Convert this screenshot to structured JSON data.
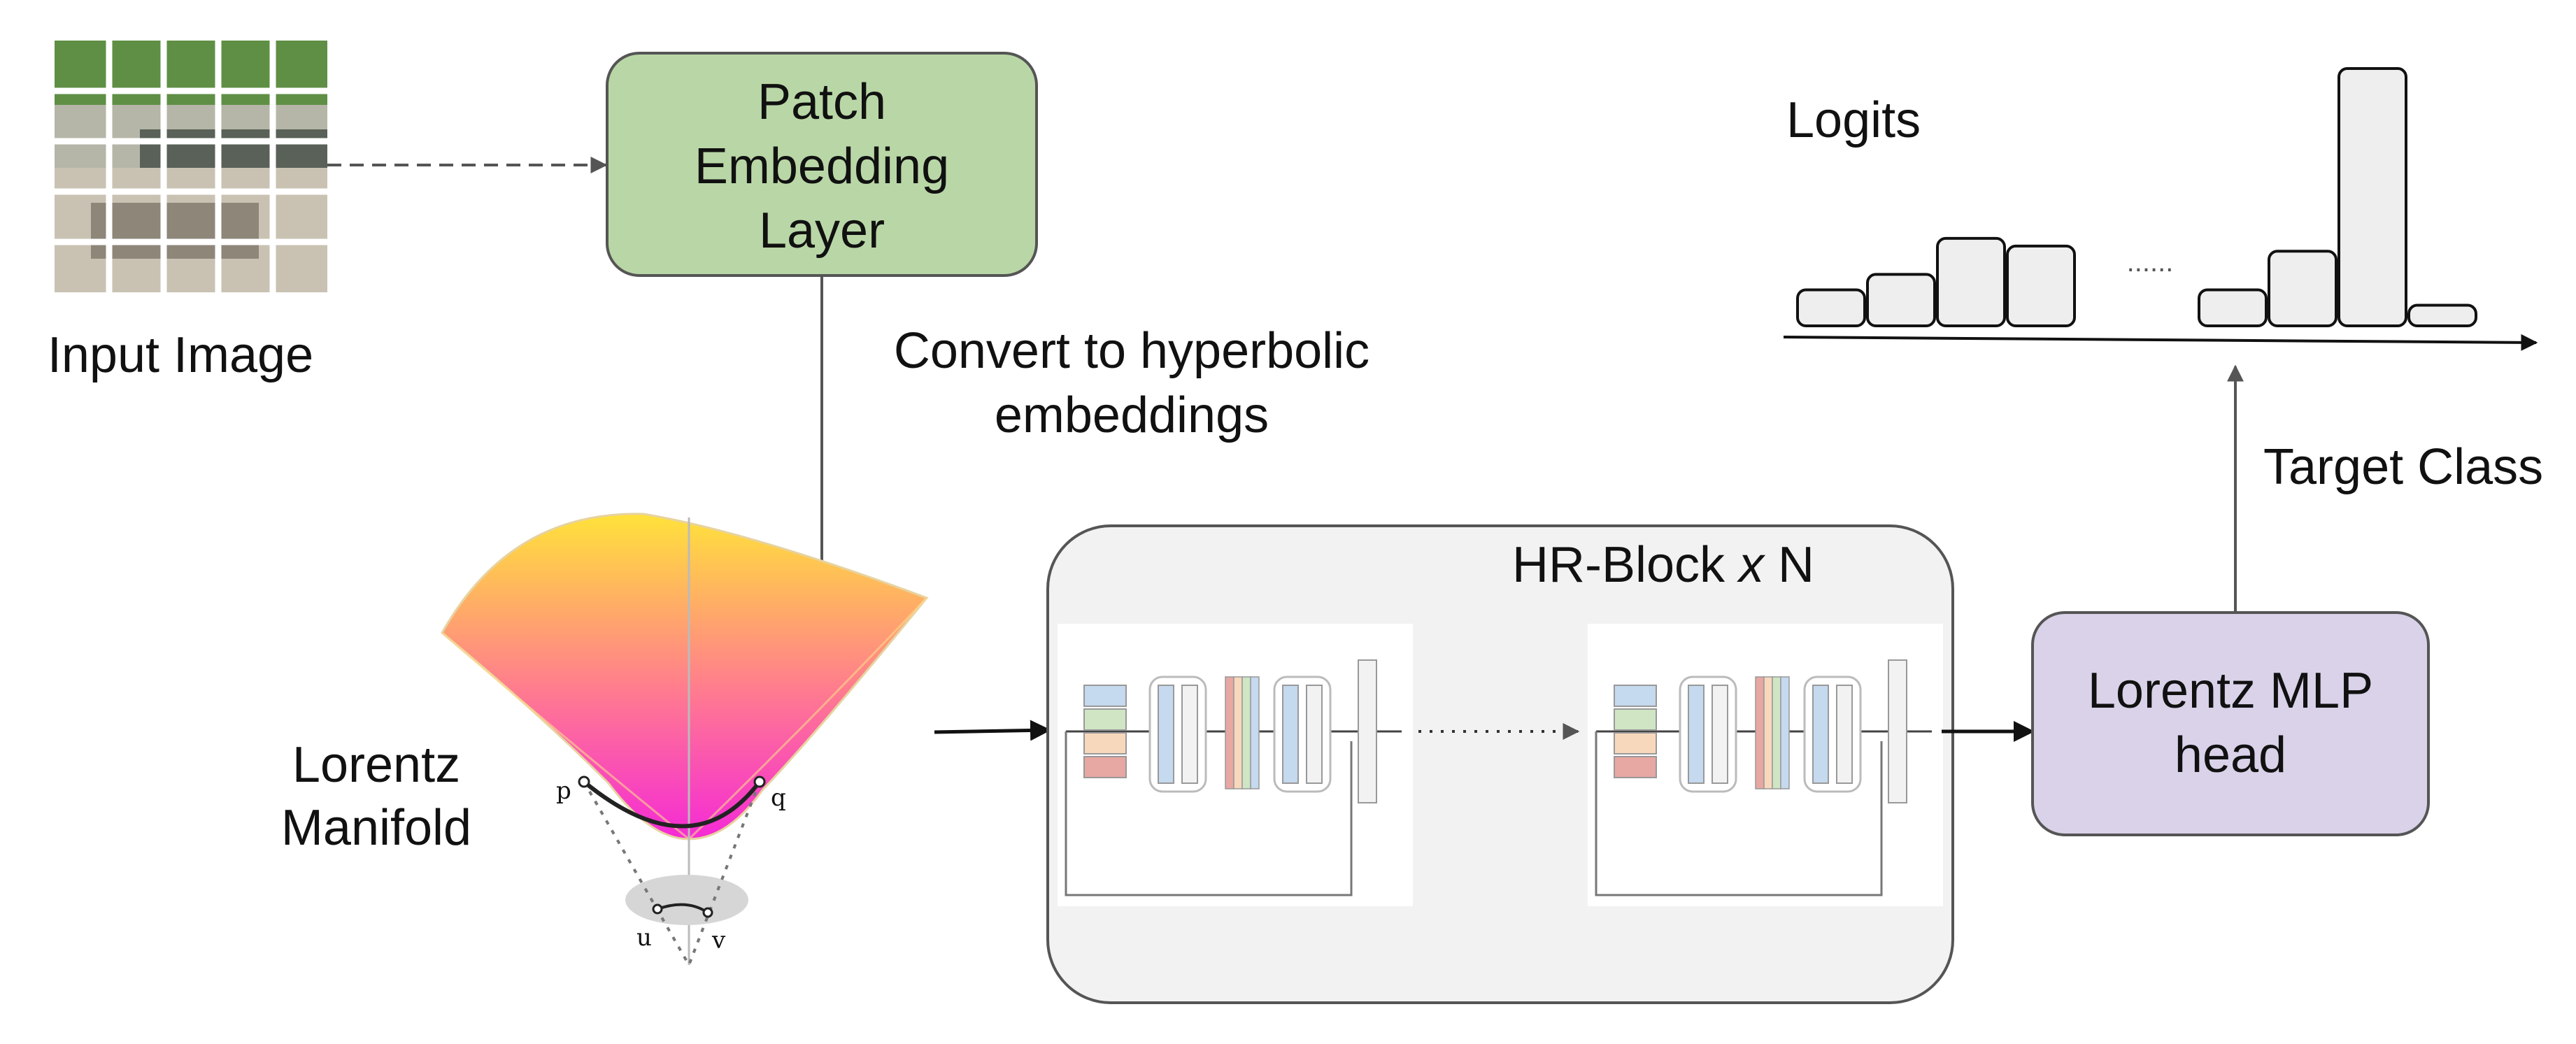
{
  "input_image": {
    "label": "Input Image",
    "grid_rows": 5,
    "grid_cols": 5
  },
  "patch_embedding": {
    "line1": "Patch",
    "line2": "Embedding",
    "line3": "Layer",
    "color": "#b9d7a6"
  },
  "convert_label": {
    "line1": "Convert to hyperbolic",
    "line2": "embeddings"
  },
  "manifold": {
    "label_line1": "Lorentz",
    "label_line2": "Manifold",
    "point_p": "p",
    "point_q": "q",
    "point_u": "u",
    "point_v": "v",
    "surface_colors": [
      "#ffe23a",
      "#ff7a90",
      "#f52ad6"
    ]
  },
  "hr_block": {
    "title_prefix": "HR-Block ",
    "title_italic": "x",
    "title_suffix": " N",
    "fill": "#f2f2f2"
  },
  "mlp_head": {
    "line1": "Lorentz MLP",
    "line2": "head",
    "color": "#d9d2e9"
  },
  "target_label": "Target Class",
  "logits": {
    "title": "Logits",
    "ellipsis": "......",
    "left_bars": [
      0.14,
      0.2,
      0.34,
      0.31
    ],
    "right_bars": [
      0.14,
      0.29,
      1.0,
      0.08
    ],
    "bar_fill": "#eeeeee"
  }
}
